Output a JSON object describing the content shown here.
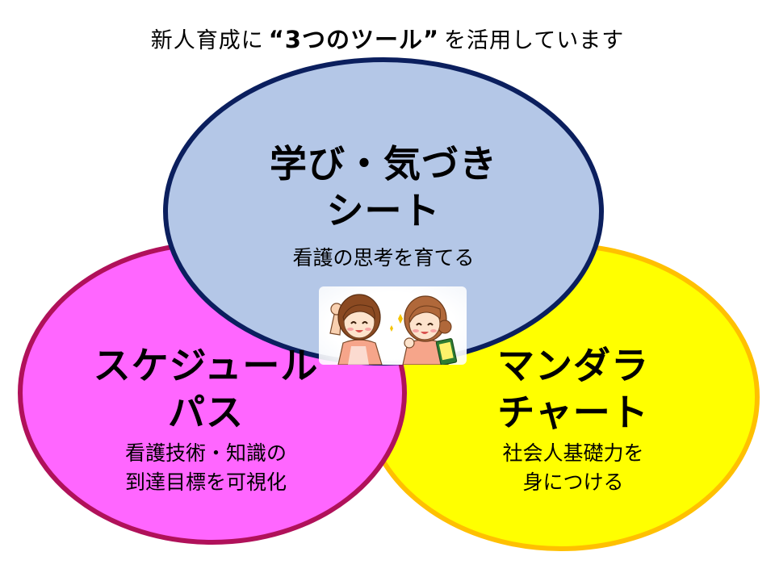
{
  "heading": {
    "prefix": "新人育成に",
    "quoted": "“3つのツール”",
    "suffix": "を活用しています"
  },
  "tools": [
    {
      "title_line1": "学び・気づき",
      "title_line2": "シート",
      "desc_line1": "看護の思考を育てる",
      "desc_line2": "",
      "fill": "#b4c7e7",
      "stroke": "#0b1f5e"
    },
    {
      "title_line1": "スケジュール",
      "title_line2": "パス",
      "desc_line1": "看護技術・知識の",
      "desc_line2": "到達目標を可視化",
      "fill": "#ff66ff",
      "stroke": "#b0115a"
    },
    {
      "title_line1": "マンダラ",
      "title_line2": "チャート",
      "desc_line1": "社会人基礎力を",
      "desc_line2": "身につける",
      "fill": "#ffff00",
      "stroke": "#ffc000"
    }
  ],
  "illustration": {
    "icon": "two-nurses-cheering-icon"
  }
}
